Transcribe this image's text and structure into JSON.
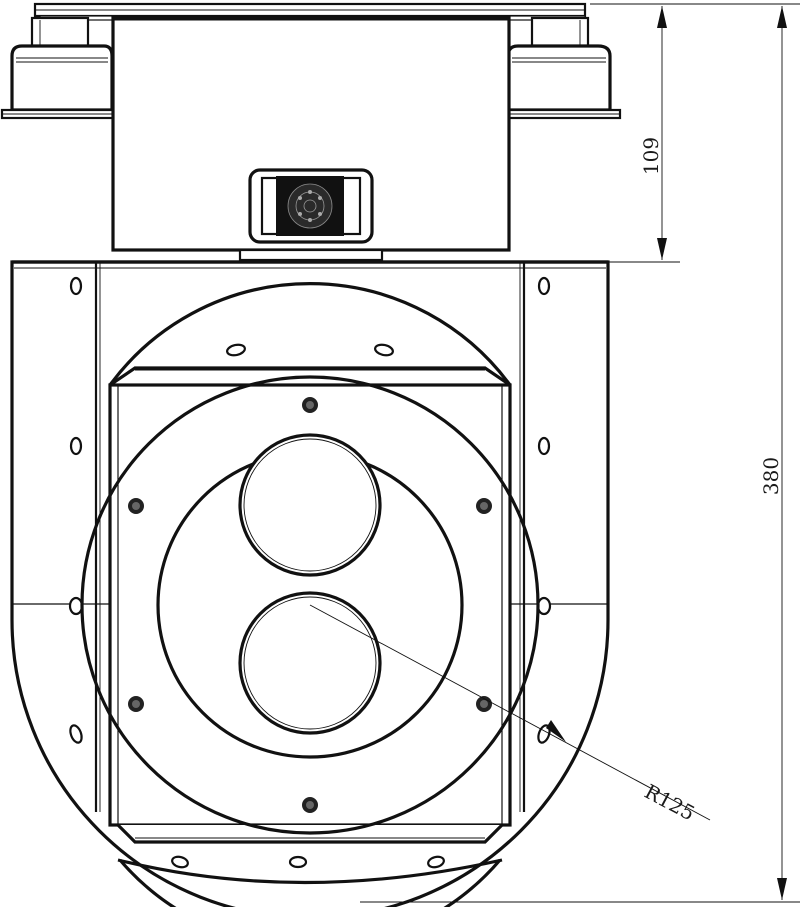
{
  "dimensions": {
    "top_height": "109",
    "overall_height": "380",
    "radius": "R125"
  },
  "colors": {
    "line": "#111111",
    "background": "#ffffff"
  }
}
